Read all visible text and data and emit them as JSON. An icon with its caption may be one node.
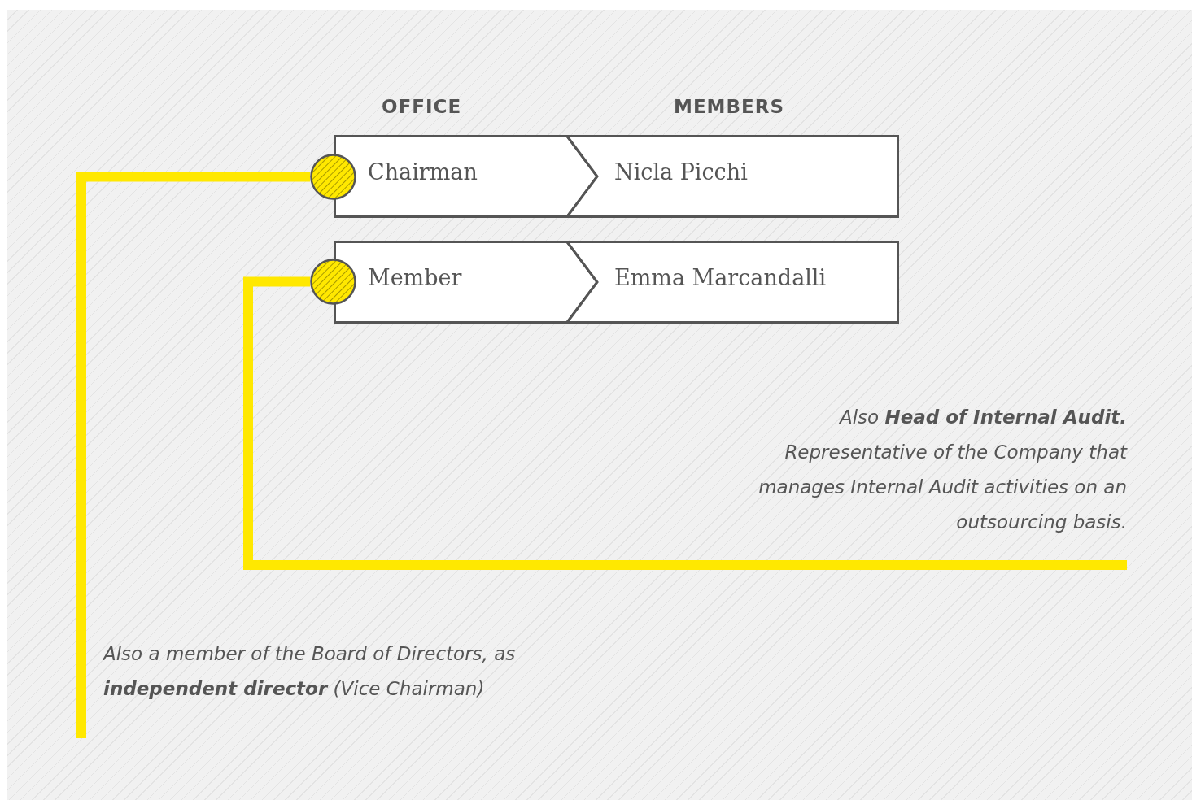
{
  "diagram": {
    "nodes": [
      {
        "text": [
          "Chairman"
        ]
      },
      {
        "text": [
          "Nicla Picchi"
        ]
      },
      {
        "text": [
          "Member"
        ]
      },
      {
        "text": [
          "Emma Marcandalli"
        ]
      },
      {
        "text": [],
        "shape": "circle"
      },
      {
        "text": [],
        "shape": "circle"
      },
      {
        "text": [
          "Also **Head of Internal Audit.** Representative of the Company that manages Internal Audit activities on an outsourcing basis."
        ]
      },
      {
        "text": [
          "Also a member of the Board of Directors, as **independent director** (Vice Chairman)"
        ]
      }
    ],
    "edges": [
      {
        "from": 4,
        "to": 7,
        "arrow": "none"
      },
      {
        "from": 5,
        "to": 6,
        "arrow": "none"
      }
    ],
    "labels": [
      "OFFICE",
      "MEMBERS"
    ]
  }
}
